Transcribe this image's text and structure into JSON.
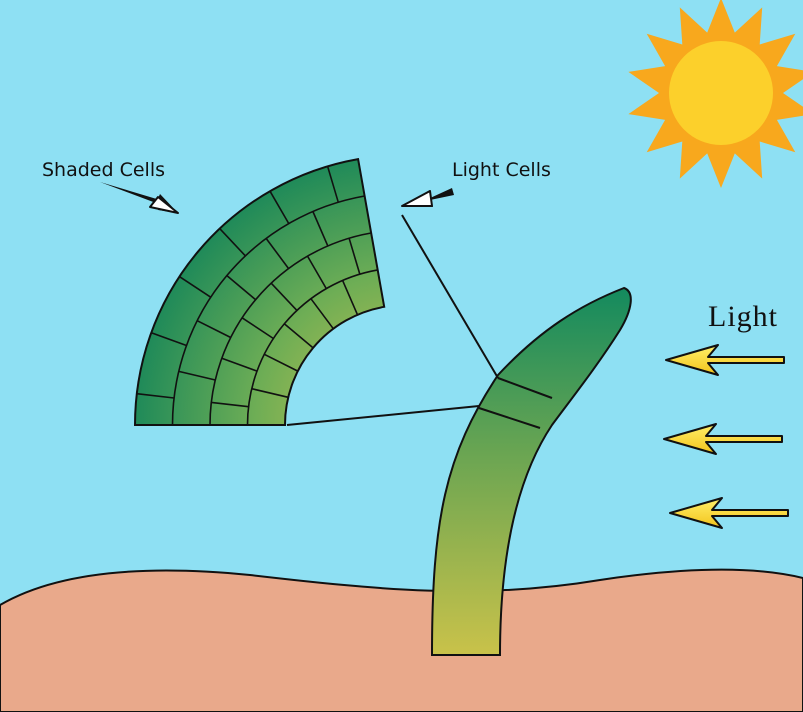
{
  "labels": {
    "shaded_cells": "Shaded Cells",
    "light_cells": "Light Cells",
    "light": "Light"
  },
  "icons": {
    "sun": "sun-icon",
    "light_arrow": "arrow-left-icon"
  },
  "colors": {
    "sky": "#8ee0f3",
    "soil": "#e9a98b",
    "sun_core": "#fcd02b",
    "sun_rays": "#f8a81d",
    "plant_dark": "#138a5e",
    "plant_light": "#c9c250",
    "arrow_fill": "#f6e22a",
    "outline": "#111111"
  }
}
